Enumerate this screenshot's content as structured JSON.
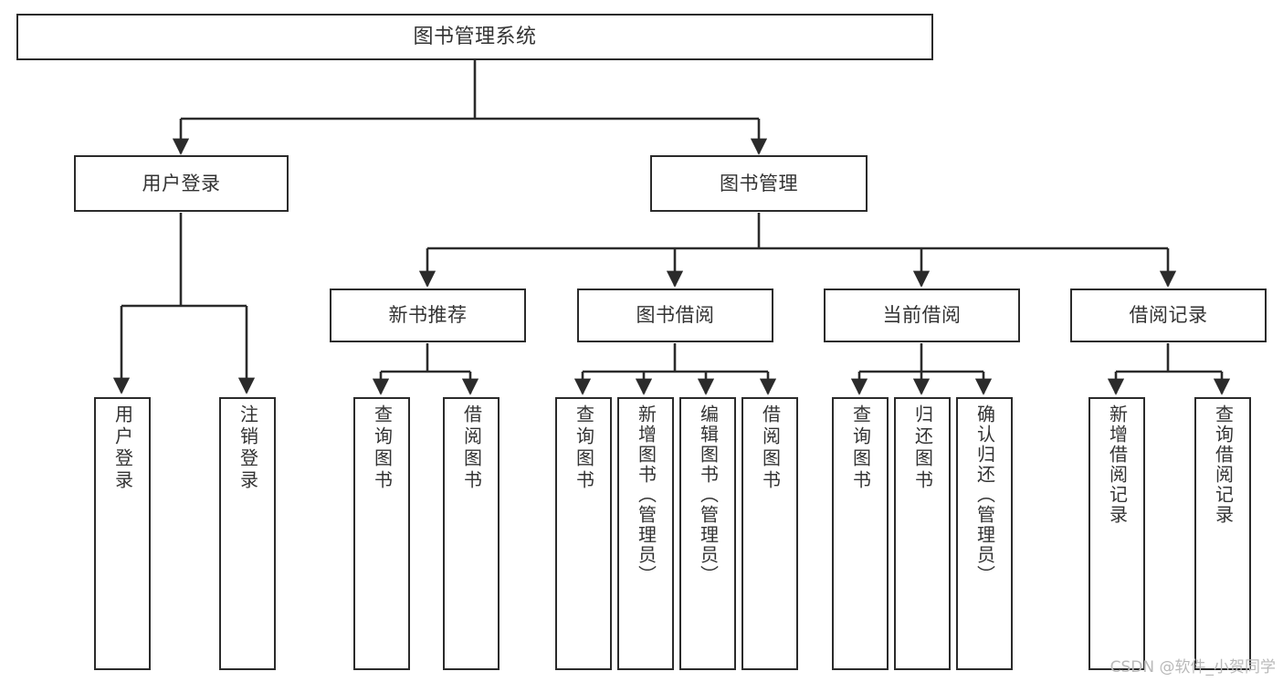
{
  "diagram": {
    "title": "图书管理系统",
    "type": "tree-hierarchy",
    "watermark": "CSDN @软件_小贺同学",
    "colors": {
      "background": "#ffffff",
      "box_border": "#2b2b2b",
      "box_fill": "#ffffff",
      "text": "#333333",
      "edge": "#2b2b2b",
      "watermark": "#b9b9b9"
    },
    "root": {
      "label": "图书管理系统"
    },
    "level2": [
      {
        "label": "用户登录"
      },
      {
        "label": "图书管理"
      }
    ],
    "level3": [
      {
        "label": "新书推荐"
      },
      {
        "label": "图书借阅"
      },
      {
        "label": "当前借阅"
      },
      {
        "label": "借阅记录"
      }
    ],
    "leaves": {
      "user_login": [
        {
          "label": "用户登录"
        },
        {
          "label": "注销登录"
        }
      ],
      "new_book_recommend": [
        {
          "label": "查询图书"
        },
        {
          "label": "借阅图书"
        }
      ],
      "book_borrow": [
        {
          "label": "查询图书"
        },
        {
          "label": "新增图书（管理员）"
        },
        {
          "label": "编辑图书（管理员）"
        },
        {
          "label": "借阅图书"
        }
      ],
      "current_borrow": [
        {
          "label": "查询图书"
        },
        {
          "label": "归还图书"
        },
        {
          "label": "确认归还（管理员）"
        }
      ],
      "borrow_record": [
        {
          "label": "新增借阅记录"
        },
        {
          "label": "查询借阅记录"
        }
      ]
    }
  }
}
